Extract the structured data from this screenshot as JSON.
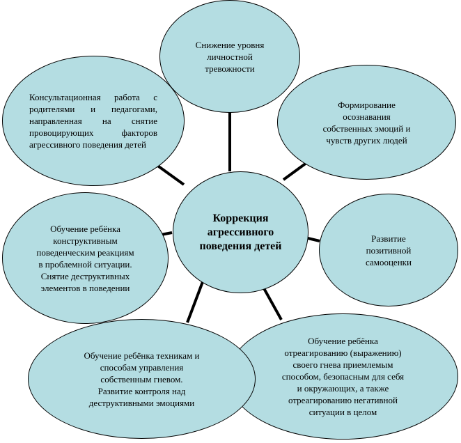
{
  "colors": {
    "node_fill": "#b4dde2",
    "outline": "#000000",
    "connector": "#000000"
  },
  "center": {
    "text": "Коррекция\nагрессивного\nповедения детей"
  },
  "nodes": {
    "anxiety": {
      "text": "Снижение уровня\nличностной\nтревожности"
    },
    "awareness": {
      "text": "Формирование\nосознавания\nсобственных эмоций и\nчувств других людей"
    },
    "self_esteem": {
      "text": "Развитие\nпозитивной\nсамооценки"
    },
    "expression": {
      "text": "Обучение ребёнка\nотреагированию (выражению)\nсвоего гнева приемлемым\nспособом, безопасным для себя\nи окружающих, а также\nотреагированию негативной\nситуации в целом"
    },
    "anger_control": {
      "text": "Обучение ребёнка техникам и\nспособам управления\nсобственным гневом.\nРазвитие контроля над\nдеструктивными эмоциями"
    },
    "constructive": {
      "text": "Обучение ребёнка\nконструктивным\nповеденческим реакциям\nв проблемной ситуации.\nСнятие деструктивных\nэлементов в поведении"
    },
    "consultation": {
      "text": "Консультационная работа с родителями и педагогами, направленная на снятие провоцирующих факторов агрессивного поведения детей"
    }
  }
}
